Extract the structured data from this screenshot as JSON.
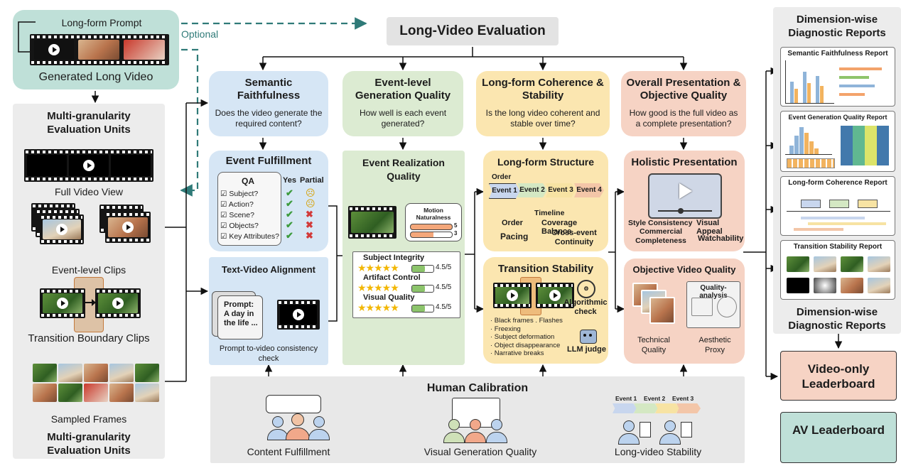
{
  "header": {
    "title": "Long-Video Evaluation",
    "optional_label": "Optional"
  },
  "input": {
    "prompt_label": "Long-form Prompt",
    "video_label": "Generated Long Video"
  },
  "units": {
    "title_top": "Multi-granularity Evaluation Units",
    "title_bottom": "Multi-granularity Evaluation Units",
    "full_video": "Full Video View",
    "event_clips": "Event-level Clips",
    "transition_clips": "Transition Boundary Clips",
    "sampled_frames": "Sampled Frames"
  },
  "dimensions": [
    {
      "title": "Semantic Faithfulness",
      "question": "Does the video generate the required content?",
      "color": "#d6e6f5"
    },
    {
      "title": "Event-level Generation Quality",
      "question": "How well is each event generated?",
      "color": "#dcebd2"
    },
    {
      "title": "Long-form Coherence & Stability",
      "question": "Is the long video coherent and stable over time?",
      "color": "#fbe6b0"
    },
    {
      "title": "Overall Presentation & Objective Quality",
      "question": "How good is the full video as a complete presentation?",
      "color": "#f6d3c4"
    }
  ],
  "event_fulfillment": {
    "title": "Event Fulfillment",
    "qa_header": "QA",
    "yes_header": "Yes",
    "partial_header": "Partial",
    "items": [
      "Subject?",
      "Action?",
      "Scene?",
      "Objects?",
      "Key Attributes?"
    ]
  },
  "text_video": {
    "title": "Text-Video Alignment",
    "prompt": "Prompt: A day in the life ...",
    "caption": "Prompt to-video consistency check"
  },
  "realization": {
    "title": "Event Realization Quality",
    "motion_label": "Motion Naturalness",
    "motion_values": [
      "5",
      "3"
    ],
    "metrics": [
      {
        "label": "Subject Integrity",
        "score": "4.5/5",
        "fill": 0.6
      },
      {
        "label": "Artifact Control",
        "score": "4.5/5",
        "fill": 0.6
      },
      {
        "label": "Visual Quality",
        "score": "4.5/5",
        "fill": 0.6
      }
    ]
  },
  "structure": {
    "title": "Long-form Structure",
    "order_label": "Order",
    "events": [
      "Event 1",
      "Event 2",
      "Event 3",
      "Event 4"
    ],
    "timeline": "Timeline",
    "order": "Order",
    "coverage": "Coverage Balance",
    "pacing": "Pacing",
    "continuity": "Cross-event Continuity"
  },
  "transition": {
    "title": "Transition Stability",
    "issues": [
      "· Black frames . Flashes",
      "· Freexing",
      "· Subject deformation",
      "· Object disappearance",
      "· Narrative breaks"
    ],
    "algo": "Algorithmic check",
    "llm": "LLM judge"
  },
  "holistic": {
    "title": "Holistic Presentation",
    "style": "Style Consistency",
    "appeal": "Visual Appeal",
    "commercial": "Commercial Completeness",
    "watch": "Watchability"
  },
  "objective": {
    "title": "Objective Video Quality",
    "analysis": "Quality-analysis",
    "technical": "Technical Quality",
    "aesthetic": "Aesthetic Proxy"
  },
  "reports": {
    "header": "Dimension-wise Diagnostic Reports",
    "footer": "Dimension-wise Diagnostic Reports",
    "items": [
      "Semantic Faithfulness Report",
      "Event Generation Quality Report",
      "Long-form Coherence Report",
      "Transition Stability Report"
    ]
  },
  "leaderboards": {
    "video": "Video-only Leaderboard",
    "av": "AV Leaderboard"
  },
  "calibration": {
    "title": "Human Calibration",
    "items": [
      "Content Fulfillment",
      "Visual Generation Quality",
      "Long-video Stability"
    ],
    "events": [
      "Event 1",
      "Event 2",
      "Event 3"
    ]
  }
}
